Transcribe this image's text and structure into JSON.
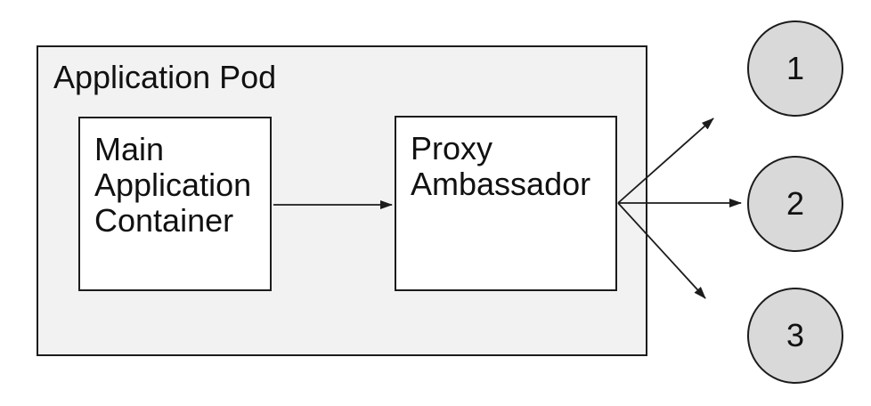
{
  "colors": {
    "background": "#ffffff",
    "pod_fill": "#f2f2f2",
    "node_fill": "#ffffff",
    "endpoint_fill": "#d9d9d9",
    "stroke": "#1c1c1c",
    "text": "#111111"
  },
  "pod": {
    "label": "Application Pod"
  },
  "nodes": [
    {
      "id": "main-application-container",
      "label": "Main Application Container"
    },
    {
      "id": "proxy-ambassador",
      "label": "Proxy Ambassador"
    }
  ],
  "endpoints": [
    {
      "label": "1"
    },
    {
      "label": "2"
    },
    {
      "label": "3"
    }
  ],
  "arrows": [
    {
      "from": "main-application-container",
      "to": "proxy-ambassador"
    },
    {
      "from": "proxy-ambassador",
      "to": "endpoint-1"
    },
    {
      "from": "proxy-ambassador",
      "to": "endpoint-2"
    },
    {
      "from": "proxy-ambassador",
      "to": "endpoint-3"
    }
  ]
}
